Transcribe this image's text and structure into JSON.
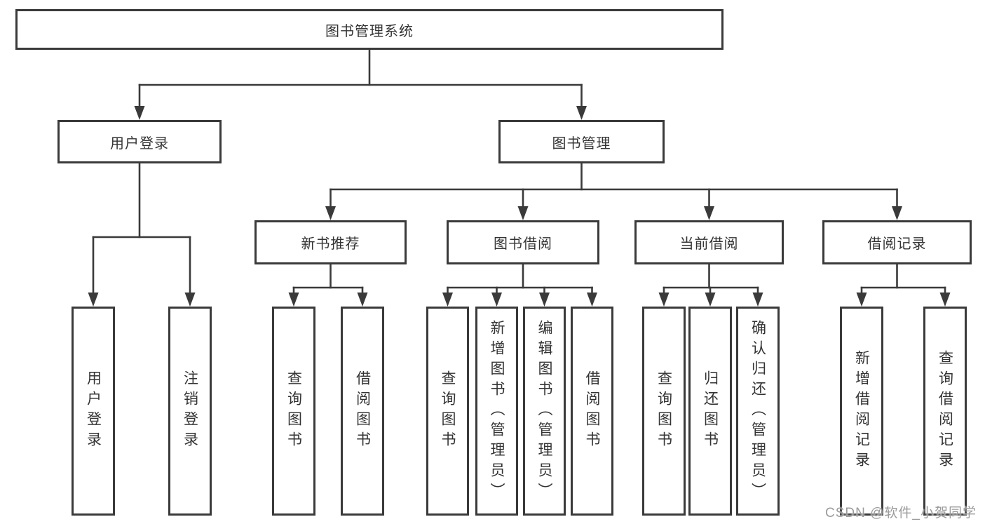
{
  "diagram": {
    "title": "图书管理系统",
    "watermark": "CSDN @软件_小贺同学",
    "colors": {
      "background": "#ffffff",
      "line": "#3a3a3a",
      "box_border": "#3a3a3a",
      "text": "#333333",
      "watermark_text": "#9b9b9b"
    },
    "nodes": [
      {
        "id": "root",
        "label": "图书管理系统",
        "parent": null,
        "orientation": "horizontal"
      },
      {
        "id": "login",
        "label": "用户登录",
        "parent": "root",
        "orientation": "horizontal"
      },
      {
        "id": "mgmt",
        "label": "图书管理",
        "parent": "root",
        "orientation": "horizontal"
      },
      {
        "id": "newbook",
        "label": "新书推荐",
        "parent": "mgmt",
        "orientation": "horizontal"
      },
      {
        "id": "borrow",
        "label": "图书借阅",
        "parent": "mgmt",
        "orientation": "horizontal"
      },
      {
        "id": "current",
        "label": "当前借阅",
        "parent": "mgmt",
        "orientation": "horizontal"
      },
      {
        "id": "records",
        "label": "借阅记录",
        "parent": "mgmt",
        "orientation": "horizontal"
      },
      {
        "id": "login-user",
        "label": "用户登录",
        "parent": "login",
        "orientation": "vertical"
      },
      {
        "id": "login-logout",
        "label": "注销登录",
        "parent": "login",
        "orientation": "vertical"
      },
      {
        "id": "new-query",
        "label": "查询图书",
        "parent": "newbook",
        "orientation": "vertical"
      },
      {
        "id": "new-borrow",
        "label": "借阅图书",
        "parent": "newbook",
        "orientation": "vertical"
      },
      {
        "id": "borrow-query",
        "label": "查询图书",
        "parent": "borrow",
        "orientation": "vertical"
      },
      {
        "id": "borrow-add",
        "label": "新增图书（管理员）",
        "parent": "borrow",
        "orientation": "vertical"
      },
      {
        "id": "borrow-edit",
        "label": "编辑图书（管理员）",
        "parent": "borrow",
        "orientation": "vertical"
      },
      {
        "id": "borrow-borrow",
        "label": "借阅图书",
        "parent": "borrow",
        "orientation": "vertical"
      },
      {
        "id": "cur-query",
        "label": "查询图书",
        "parent": "current",
        "orientation": "vertical"
      },
      {
        "id": "cur-return",
        "label": "归还图书",
        "parent": "current",
        "orientation": "vertical"
      },
      {
        "id": "cur-confirm",
        "label": "确认归还（管理员）",
        "parent": "current",
        "orientation": "vertical"
      },
      {
        "id": "rec-add",
        "label": "新增借阅记录",
        "parent": "records",
        "orientation": "vertical"
      },
      {
        "id": "rec-query",
        "label": "查询借阅记录",
        "parent": "records",
        "orientation": "vertical"
      }
    ]
  }
}
